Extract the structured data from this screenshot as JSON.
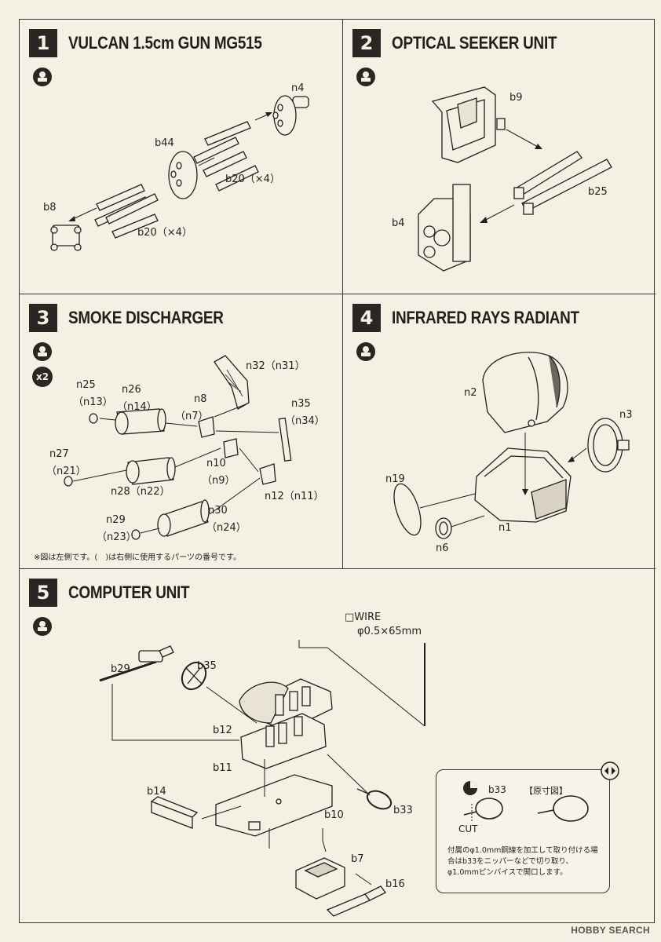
{
  "steps": [
    {
      "number": "1",
      "title": "VULCAN 1.5cm GUN  MG515",
      "parts": [
        "n4",
        "b44",
        "b20（×4）",
        "b8",
        "b20（×4）"
      ]
    },
    {
      "number": "2",
      "title": "OPTICAL SEEKER UNIT",
      "parts": [
        "b9",
        "b25",
        "b4"
      ]
    },
    {
      "number": "3",
      "title": "SMOKE DISCHARGER",
      "multiplier": "x2",
      "parts": [
        "n32（n31）",
        "n25",
        "（n13）",
        "n26",
        "（n14）",
        "n8",
        "（n7）",
        "n35",
        "（n34）",
        "n27",
        "（n21）",
        "n10",
        "（n9）",
        "n28（n22）",
        "n12（n11）",
        "n29",
        "（n23）",
        "n30",
        "（n24）"
      ],
      "note": "※図は左側です。(　)は右側に使用するパーツの番号です。"
    },
    {
      "number": "4",
      "title": "INFRARED RAYS RADIANT",
      "parts": [
        "n2",
        "n3",
        "n19",
        "n1",
        "n6"
      ]
    },
    {
      "number": "5",
      "title": "COMPUTER UNIT",
      "parts": [
        "b29",
        "b35",
        "b12",
        "b11",
        "b14",
        "b10",
        "b33",
        "b7",
        "b16"
      ],
      "wire": {
        "label": "□WIRE",
        "spec": "φ0.5×65mm"
      },
      "info": {
        "part": "b33",
        "size_label": "【原寸図】",
        "cut": "CUT",
        "text": "付属のφ1.0mm銅線を加工して取り付ける場合はb33をニッパーなどで切り取り、φ1.0mmピンバイスで開口します。"
      }
    }
  ],
  "watermark": "HOBBY SEARCH",
  "colors": {
    "ink": "#231f1c",
    "paper": "#f4f0e3",
    "badge": "#2a2624"
  }
}
